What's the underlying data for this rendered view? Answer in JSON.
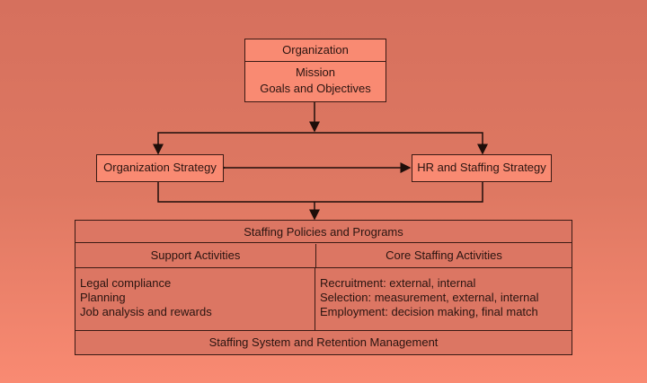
{
  "organization": {
    "title": "Organization",
    "lines": [
      "Mission",
      "Goals and Objectives"
    ]
  },
  "strategies": {
    "left": "Organization Strategy",
    "right": "HR and Staffing Strategy"
  },
  "policies": {
    "title": "Staffing Policies and Programs",
    "support": {
      "title": "Support Activities",
      "items": [
        "Legal compliance",
        "Planning",
        "Job analysis and rewards"
      ]
    },
    "core": {
      "title": "Core Staffing Activities",
      "items": [
        "Recruitment: external, internal",
        "Selection: measurement, external, internal",
        "Employment: decision making, final match"
      ]
    },
    "footer": "Staffing System and Retention Management"
  }
}
